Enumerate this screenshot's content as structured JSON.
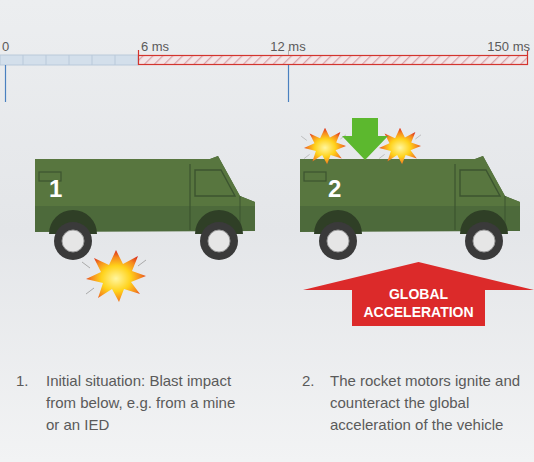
{
  "diagram": {
    "nodes": [
      {
        "text": [
          "1"
        ]
      },
      {
        "text": [
          "2"
        ]
      },
      {
        "text": [
          "GLOBAL ACCELERATION"
        ]
      }
    ],
    "labels": [
      "0",
      "6 ms",
      "12 ms",
      "150 ms",
      "1.",
      "Initial situation: Blast impact from below, e.g. from a mine or an IED",
      "2.",
      "The rocket motors ignite and counteract the global acceleration of the vehicle"
    ]
  }
}
